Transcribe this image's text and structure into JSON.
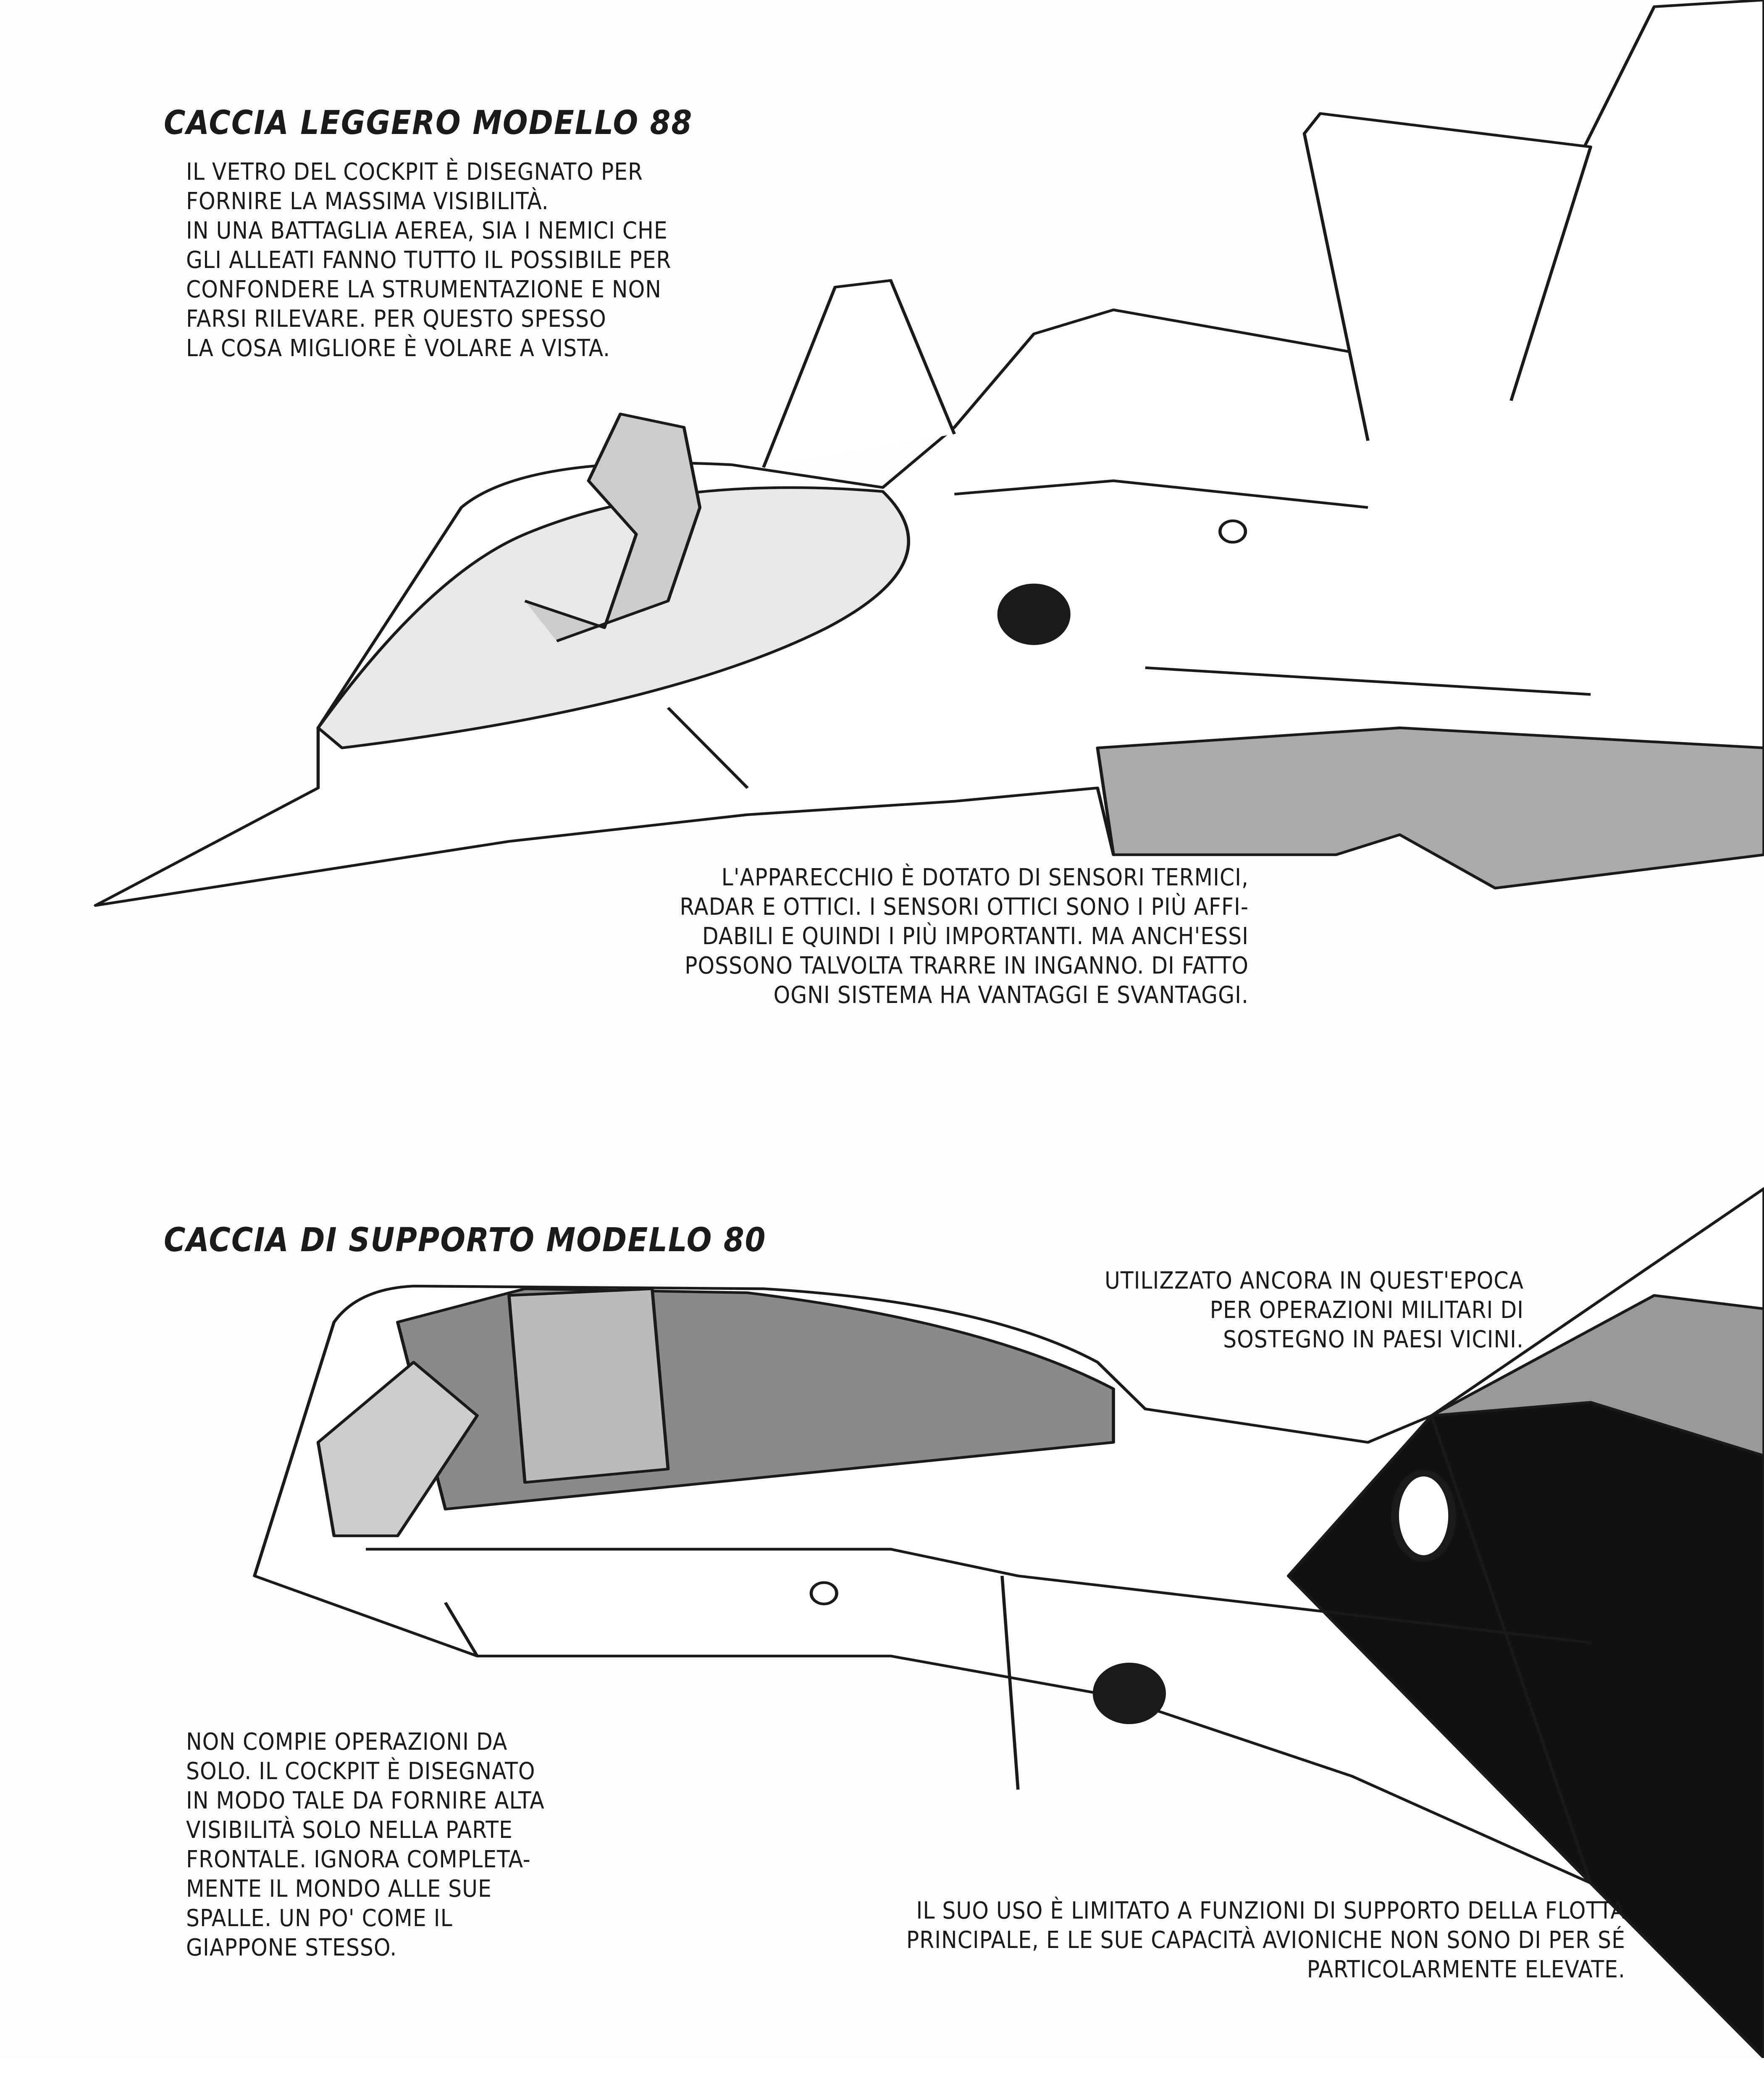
{
  "section1": {
    "title": "CACCIA LEGGERO MODELLO 88",
    "intro_lines": [
      "IL VETRO DEL COCKPIT È DISEGNATO PER",
      "FORNIRE LA MASSIMA VISIBILITÀ.",
      "IN UNA BATTAGLIA AEREA, SIA I NEMICI CHE",
      "GLI ALLEATI FANNO TUTTO IL POSSIBILE PER",
      "CONFONDERE LA STRUMENTAZIONE E NON",
      "FARSI RILEVARE. PER QUESTO SPESSO",
      "LA COSA MIGLIORE È VOLARE A VISTA."
    ],
    "sensor_lines": [
      "L'APPARECCHIO È DOTATO DI SENSORI TERMICI,",
      "RADAR E OTTICI. I SENSORI OTTICI SONO I PIÙ AFFI-",
      "DABILI E QUINDI I PIÙ IMPORTANTI. MA ANCH'ESSI",
      "POSSONO TALVOLTA TRARRE IN INGANNO. DI FATTO",
      "OGNI SISTEMA HA VANTAGGI E SVANTAGGI."
    ]
  },
  "section2": {
    "title": "CACCIA DI SUPPORTO MODELLO 80",
    "era_lines": [
      "UTILIZZATO ANCORA IN QUEST'EPOCA",
      "PER OPERAZIONI MILITARI DI",
      "SOSTEGNO IN PAESI VICINI."
    ],
    "cockpit_lines": [
      "NON COMPIE OPERAZIONI DA",
      "SOLO. IL COCKPIT È DISEGNATO",
      "IN MODO TALE DA FORNIRE ALTA",
      "VISIBILITÀ SOLO NELLA PARTE",
      "FRONTALE. IGNORA COMPLETA-",
      "MENTE IL MONDO ALLE SUE",
      "SPALLE. UN PO' COME IL",
      "GIAPPONE STESSO."
    ],
    "usage_lines": [
      "IL SUO USO È LIMITATO A FUNZIONI DI SUPPORTO DELLA FLOTTA",
      "PRINCIPALE, E LE SUE CAPACITÀ AVIONICHE NON SONO DI PER SÉ",
      "PARTICOLARMENTE ELEVATE."
    ]
  },
  "colors": {
    "ink": "#1a1a1a",
    "paper": "#fdfdfd",
    "screentone": "#9a9a9a"
  }
}
